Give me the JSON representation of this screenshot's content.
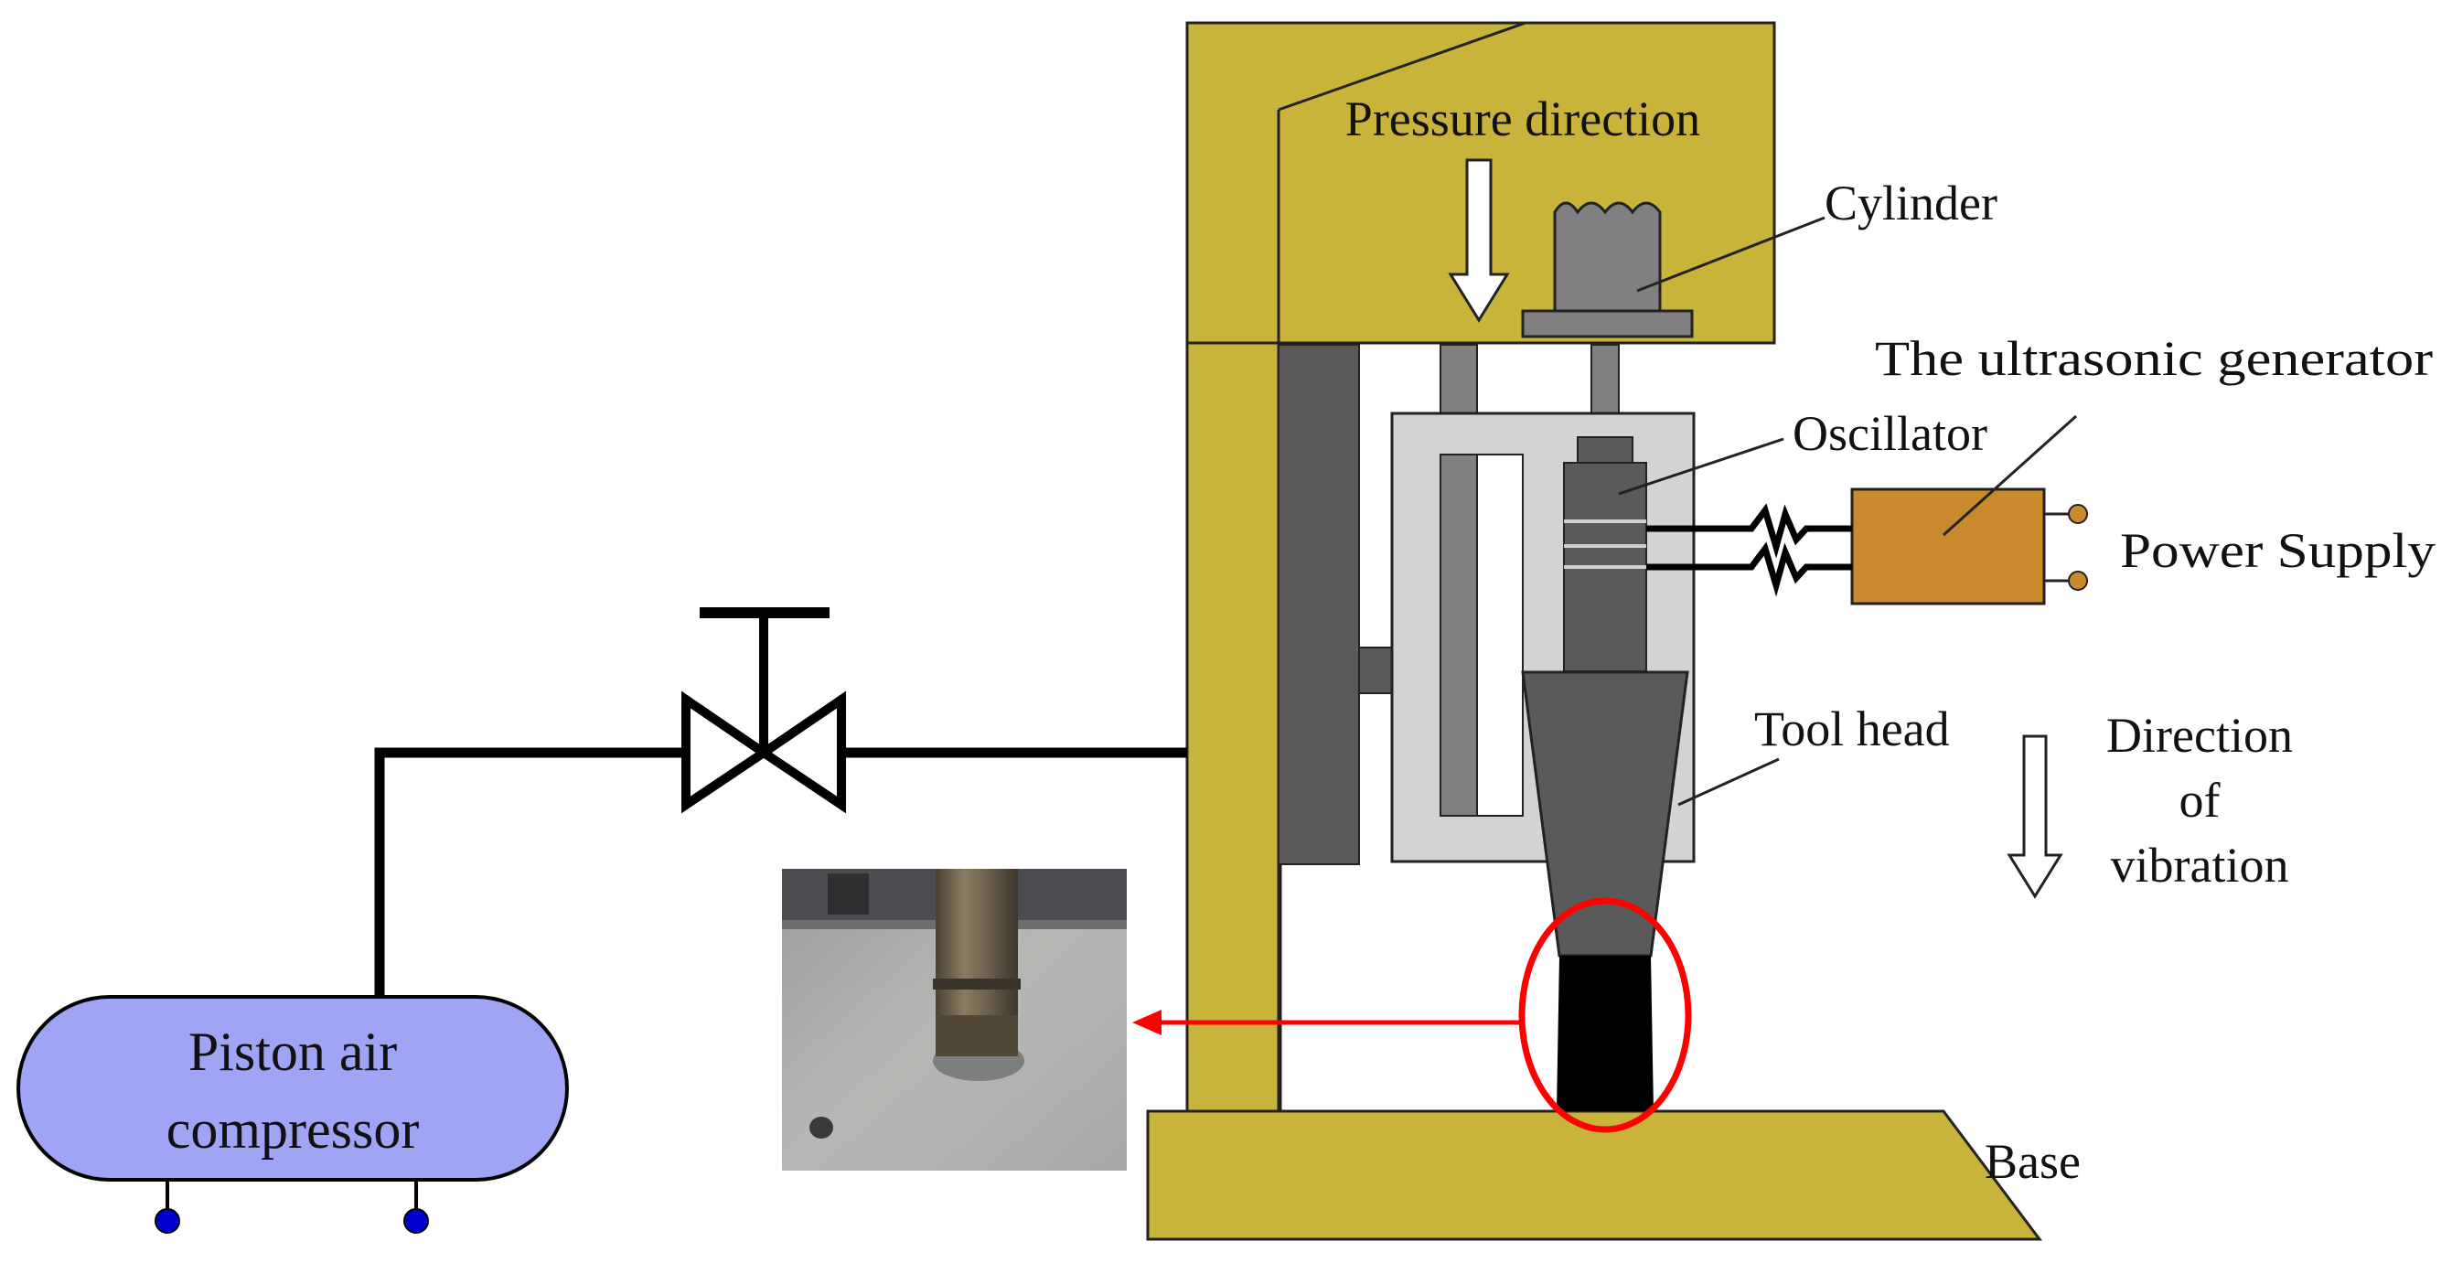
{
  "labels": {
    "pressure_direction": "Pressure direction",
    "cylinder": "Cylinder",
    "ultrasonic_generator": "The ultrasonic generator",
    "oscillator": "Oscillator",
    "power_supply": "Power Supply",
    "tool_head": "Tool head",
    "direction_line1": "Direction",
    "direction_line2": "of",
    "direction_line3": "vibration",
    "base": "Base",
    "compressor_line1": "Piston air",
    "compressor_line2": "compressor"
  },
  "colors": {
    "frame": "#C8B43A",
    "dark_gray": "#5A5A5A",
    "mid_gray": "#808080",
    "light_gray": "#D3D3D3",
    "generator": "#C98A2C",
    "compressor": "#A0A4F4",
    "highlight": "#FF0000",
    "wheel": "#0000CC"
  }
}
